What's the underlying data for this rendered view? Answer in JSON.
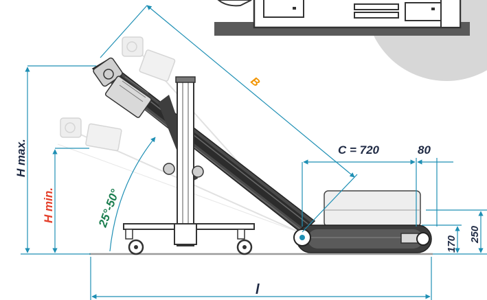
{
  "labels": {
    "h_max": "H max.",
    "h_min": "H min.",
    "b": "B",
    "c": "C = 720",
    "eighty": "80",
    "angle": "25°-50°",
    "l": "l",
    "h170": "170",
    "h250": "250"
  },
  "colors": {
    "dim_line": "#1e8fb4",
    "text_dark": "#1f2a44",
    "text_orange": "#f29400",
    "text_red": "#e4402c",
    "text_green": "#1a7d4e",
    "machine_gray": "#e6e6e6",
    "outline": "#333333"
  }
}
